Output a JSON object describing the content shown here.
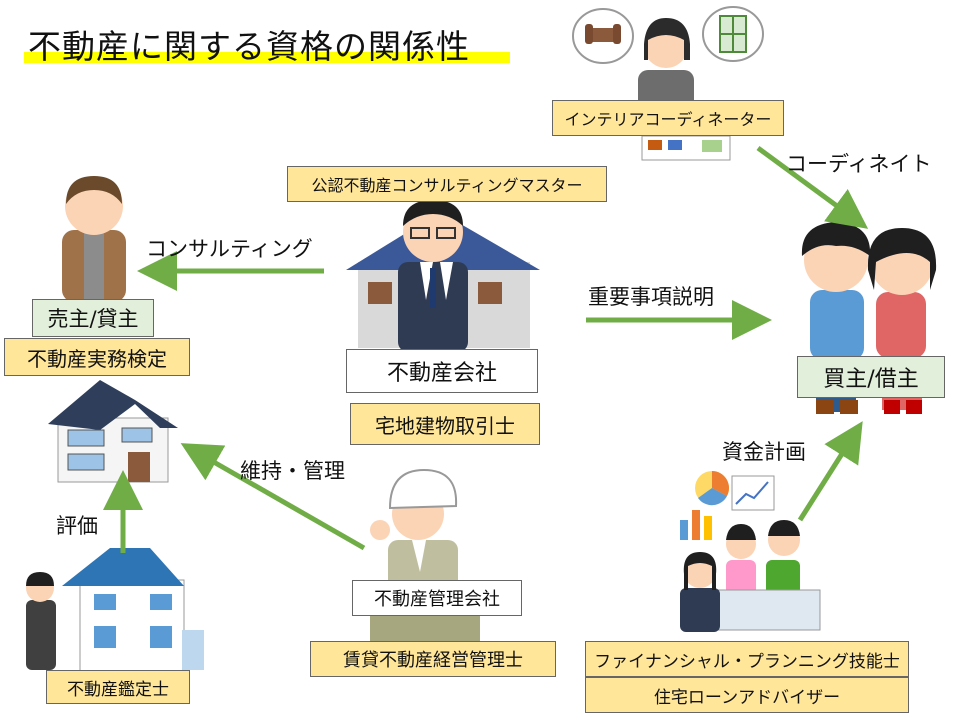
{
  "title": "不動産に関する資格の関係性",
  "nodes": {
    "interior": "インテリアコーディネーター",
    "consulting_master": "公認不動産コンサルティングマスター",
    "real_estate_company": "不動産会社",
    "takken": "宅地建物取引士",
    "seller": "売主/貸主",
    "jitsumu": "不動産実務検定",
    "buyer": "買主/借主",
    "management_company": "不動産管理会社",
    "chintai": "賃貸不動産経営管理士",
    "appraiser": "不動産鑑定士",
    "fp": "ファイナンシャル・プランニング技能士",
    "loan_advisor": "住宅ローンアドバイザー"
  },
  "edges": {
    "coordinate": "コーディネイト",
    "consulting": "コンサルティング",
    "explanation": "重要事項説明",
    "maintenance": "維持・管理",
    "valuation": "評価",
    "funding": "資金計画"
  },
  "colors": {
    "arrow": "#70ad47",
    "label_yellow": "#ffe699",
    "label_green": "#e2efda",
    "highlight": "#ffff00"
  }
}
